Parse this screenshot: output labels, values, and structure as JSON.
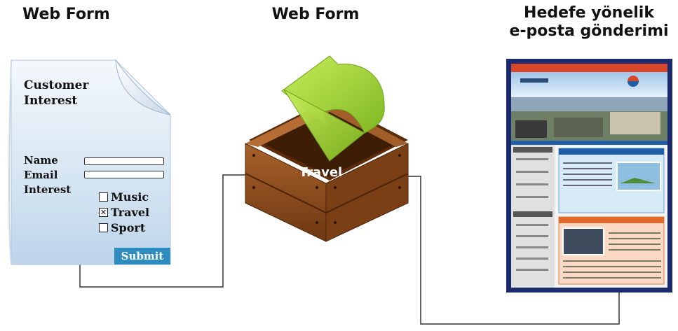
{
  "headings": {
    "form_title": "Web Form",
    "box_title": "Web Form",
    "email_title_line1": "Hedefe yönelik",
    "email_title_line2": "e-posta gönderimi"
  },
  "form": {
    "title_line1": "Customer",
    "title_line2": "Interest",
    "name_label": "Name",
    "email_label": "Email",
    "interest_label": "Interest",
    "options": [
      {
        "label": "Music",
        "checked": false
      },
      {
        "label": "Travel",
        "checked": true
      },
      {
        "label": "Sport",
        "checked": false
      }
    ],
    "submit_label": "Submit"
  },
  "box": {
    "label": "Travel"
  },
  "colors": {
    "form_paper": "#dde9f5",
    "submit": "#2f8cbf",
    "crate": "#8a4a1c",
    "arrow": "#a8d63a",
    "connector": "#333333",
    "newsletter_frame": "#1c2a6e"
  }
}
